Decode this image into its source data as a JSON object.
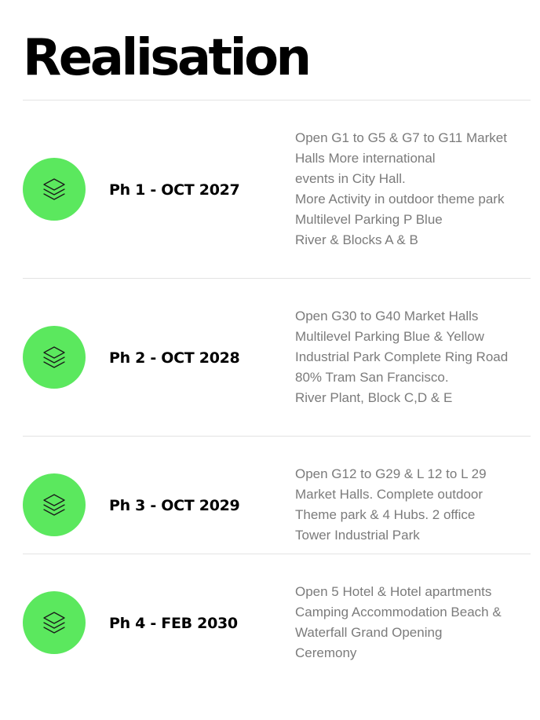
{
  "page": {
    "title": "Realisation"
  },
  "colors": {
    "accent": "#5be85e",
    "text": "#000000",
    "muted": "#7b7b7b",
    "divider": "#e3e3e3"
  },
  "phases": [
    {
      "icon": "layers-icon",
      "title": "Ph 1 - OCT 2027",
      "description_lines": [
        "Open G1 to G5 & G7 to G11 Market",
        "Halls More international",
        "events in City Hall.",
        "More Activity in outdoor theme park",
        "Multilevel Parking P Blue",
        "River & Blocks A & B"
      ]
    },
    {
      "icon": "layers-icon",
      "title": "Ph 2 - OCT 2028",
      "description_lines": [
        "Open G30 to G40 Market Halls",
        "Multilevel Parking Blue & Yellow",
        "Industrial Park Complete Ring Road",
        "80% Tram San Francisco.",
        "River Plant, Block C,D & E"
      ]
    },
    {
      "icon": "layers-icon",
      "title": "Ph 3 - OCT 2029",
      "description_lines": [
        "Open G12 to G29 & L 12 to L 29",
        "Market Halls. Complete outdoor",
        "Theme park & 4 Hubs. 2 office",
        "Tower Industrial Park"
      ]
    },
    {
      "icon": "layers-icon",
      "title": "Ph 4 - FEB 2030",
      "description_lines": [
        "Open 5 Hotel & Hotel apartments",
        "Camping Accommodation Beach &",
        "Waterfall Grand Opening",
        "Ceremony"
      ]
    }
  ]
}
